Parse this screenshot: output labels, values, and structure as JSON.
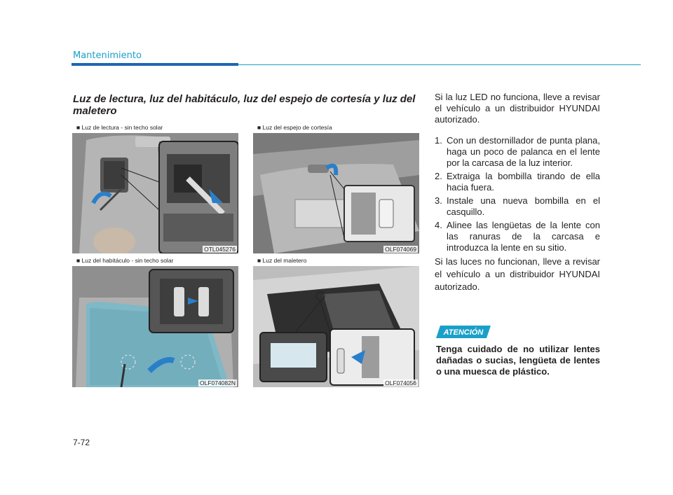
{
  "header": {
    "section": "Mantenimiento"
  },
  "heading": "Luz de lectura, luz del habitáculo, luz del espejo de cortesía y luz del maletero",
  "figures": [
    {
      "caption": "■ Luz de lectura - sin techo solar",
      "code": "OTL045276"
    },
    {
      "caption": "■ Luz del espejo de cortesía",
      "code": "OLF074069"
    },
    {
      "caption": "■ Luz del habitáculo - sin techo solar",
      "code": "OLF074082N"
    },
    {
      "caption": "■ Luz del maletero",
      "code": "OLF074056"
    }
  ],
  "body": {
    "intro": "Si la luz LED no funciona, lleve a revisar el vehículo a un distribuidor HYUNDAI autorizado.",
    "steps": [
      {
        "num": "1.",
        "text": "Con un destornillador de punta plana, haga un poco de palanca en el lente por la carcasa de la luz interior."
      },
      {
        "num": "2.",
        "text": "Extraiga la bombilla tirando de ella hacia fuera."
      },
      {
        "num": "3.",
        "text": "Instale una nueva bombilla en el casquillo."
      },
      {
        "num": "4.",
        "text": "Alinee las lengüetas de la lente con las ranuras de la carcasa e introduzca la lente en su sitio."
      }
    ],
    "outro": "Si las luces no funcionan, lleve a revisar el vehículo a un distribuidor HYUNDAI autorizado."
  },
  "caution": {
    "label": "ATENCIÓN",
    "text": "Tenga cuidado de no utilizar lentes dañadas o sucias, lengüeta de lentes o una muesca de plástico."
  },
  "page_number": "7-72",
  "colors": {
    "accent": "#1aa0c8",
    "dark_blue": "#1c67b0",
    "arrow_blue": "#2a7fc9"
  }
}
